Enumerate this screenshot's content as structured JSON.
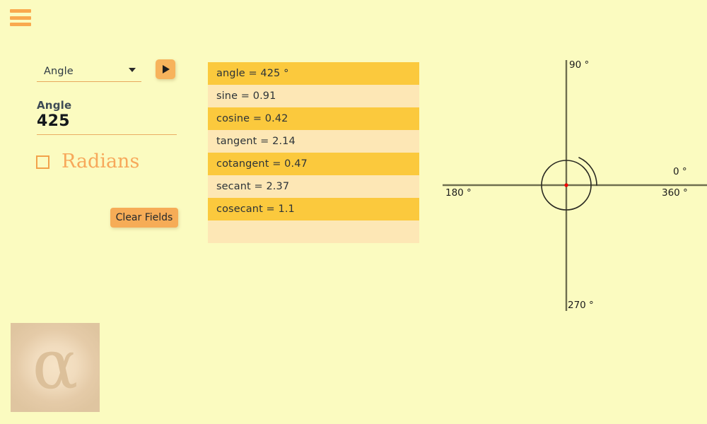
{
  "app": {
    "background_color": "#FBFBC0",
    "accent_color": "#F9A94E",
    "row_dark_color": "#FBC93D",
    "row_light_color": "#FDE7B5"
  },
  "menu": {
    "icon": "hamburger-menu-icon",
    "bar_color": "#F9A94E"
  },
  "controls": {
    "mode_select": {
      "value": "Angle",
      "chevron_icon": "chevron-down-icon"
    },
    "run_button": {
      "icon": "play-triangle-icon",
      "color": "#F7B35C"
    },
    "angle_field": {
      "label": "Angle",
      "value": "425"
    },
    "radians_checkbox": {
      "label": "Radians",
      "checked": false,
      "color": "#F7A85A"
    },
    "clear_button": {
      "label": "Clear Fields",
      "color": "#F6AC57"
    }
  },
  "logo": {
    "glyph": "α",
    "name": "alpha-logo"
  },
  "results": {
    "rows": [
      "angle = 425 °",
      "sine = 0.91",
      "cosine = 0.42",
      "tangent = 2.14",
      "cotangent = 0.47",
      "secant = 2.37",
      "cosecant = 1.1",
      ""
    ]
  },
  "chart_data": {
    "type": "scatter",
    "title": "",
    "description": "Unit circle showing an angle of 425 degrees swept counterclockwise (one full turn plus 65 degrees)",
    "axis_labels": {
      "right_above": "0 °",
      "right_below": "360 °",
      "top": "90 °",
      "left": "180 °",
      "bottom": "270 °"
    },
    "center_point": {
      "x": 0,
      "y": 0,
      "color": "#F20000"
    },
    "circle_radius_px": 35,
    "angle_degrees": 425,
    "angle_sweep_start_deg": 0,
    "angle_sweep_end_deg": 65,
    "sine": 0.91,
    "cosine": 0.42,
    "tangent": 2.14,
    "cotangent": 0.47,
    "secant": 2.37,
    "cosecant": 1.1,
    "axis_color": "#6E6E4E",
    "grid": false,
    "legend": "none"
  }
}
